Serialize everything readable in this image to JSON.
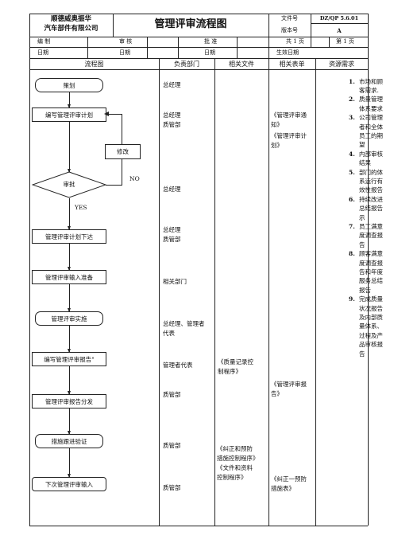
{
  "header": {
    "company_line1": "顺德威奥振华",
    "company_line2": "汽车部件有限公司",
    "title": "管理评审流程图",
    "doc_no_label": "文件号",
    "doc_no": "DZ/QP 5.6.01",
    "version_label": "版本号",
    "version": "A",
    "editor_label": "编 制",
    "reviewer_label": "审 核",
    "approver_label": "批 准",
    "pages_label": "共  1  页",
    "page_label": "第  1  页",
    "date_label_1": "日期",
    "date_label_2": "日期",
    "date_label_3": "日期",
    "effective_date_label": "生效日期"
  },
  "columns": {
    "flow": "流程图",
    "dept": "负责部门",
    "docs": "相关文件",
    "forms": "相关表单",
    "resources": "资源需求"
  },
  "flow": {
    "start": "策划",
    "s1": "编写管理评审计划",
    "modify": "修改",
    "approve": "审批",
    "no": "NO",
    "yes": "YES",
    "s2": "管理评审计划下达",
    "s3": "管理评审输入准备",
    "s4": "管理评审实施",
    "s5": "编写管理评审报告\"",
    "s6": "管理评审报告分发",
    "s7": "措施跟进验证",
    "s8": "下次管理评审输入"
  },
  "dept": {
    "d1": "总经理",
    "d2a": "总经理",
    "d2b": "质管部",
    "d3": "总经理",
    "d4a": "总经理",
    "d4b": "质管部",
    "d5": "相关部门",
    "d6a": "总经理、管理者",
    "d6b": "代表",
    "d7": "管理者代表",
    "d8": "质管部",
    "d9": "质管部",
    "d10": "质管部"
  },
  "docs": {
    "a1": "《质量记录控",
    "a2": "制程序》",
    "b1": "《纠正和预防",
    "b2": "措施控制程序》",
    "b3": "《文件和资料",
    "b4": "控制程序》"
  },
  "forms": {
    "a1": "《管理评审通",
    "a2": "知》",
    "a3": "《管理评审计",
    "a4": "划》",
    "b1": "《管理评审报",
    "b2": "告》",
    "c1": "《纠正一预防",
    "c2": "措施表》"
  },
  "resources": [
    {
      "n": "1.",
      "lines": [
        "市场和顾",
        "客需求."
      ]
    },
    {
      "n": "2.",
      "lines": [
        "质量管理",
        "体系要求"
      ]
    },
    {
      "n": "3.",
      "lines": [
        "公司管理",
        "者和全体",
        "员工的期",
        "望"
      ]
    },
    {
      "n": "4.",
      "lines": [
        "内部审核",
        "结果"
      ]
    },
    {
      "n": "5.",
      "lines": [
        "部门的体",
        "系运行有",
        "效性报告"
      ]
    },
    {
      "n": "6.",
      "lines": [
        "持续改进",
        "总结报告",
        "示"
      ]
    },
    {
      "n": "7.",
      "lines": [
        "员工满意",
        "度调查报",
        "告"
      ]
    },
    {
      "n": "8.",
      "lines": [
        "顾客满意",
        "度调查报",
        "告和年度",
        "服务总结",
        "报告"
      ]
    },
    {
      "n": "9.",
      "lines": [
        "完成质量",
        "状况报告",
        "及内部质",
        "量体系、",
        "过程及产",
        "品审核报",
        "告"
      ]
    }
  ]
}
